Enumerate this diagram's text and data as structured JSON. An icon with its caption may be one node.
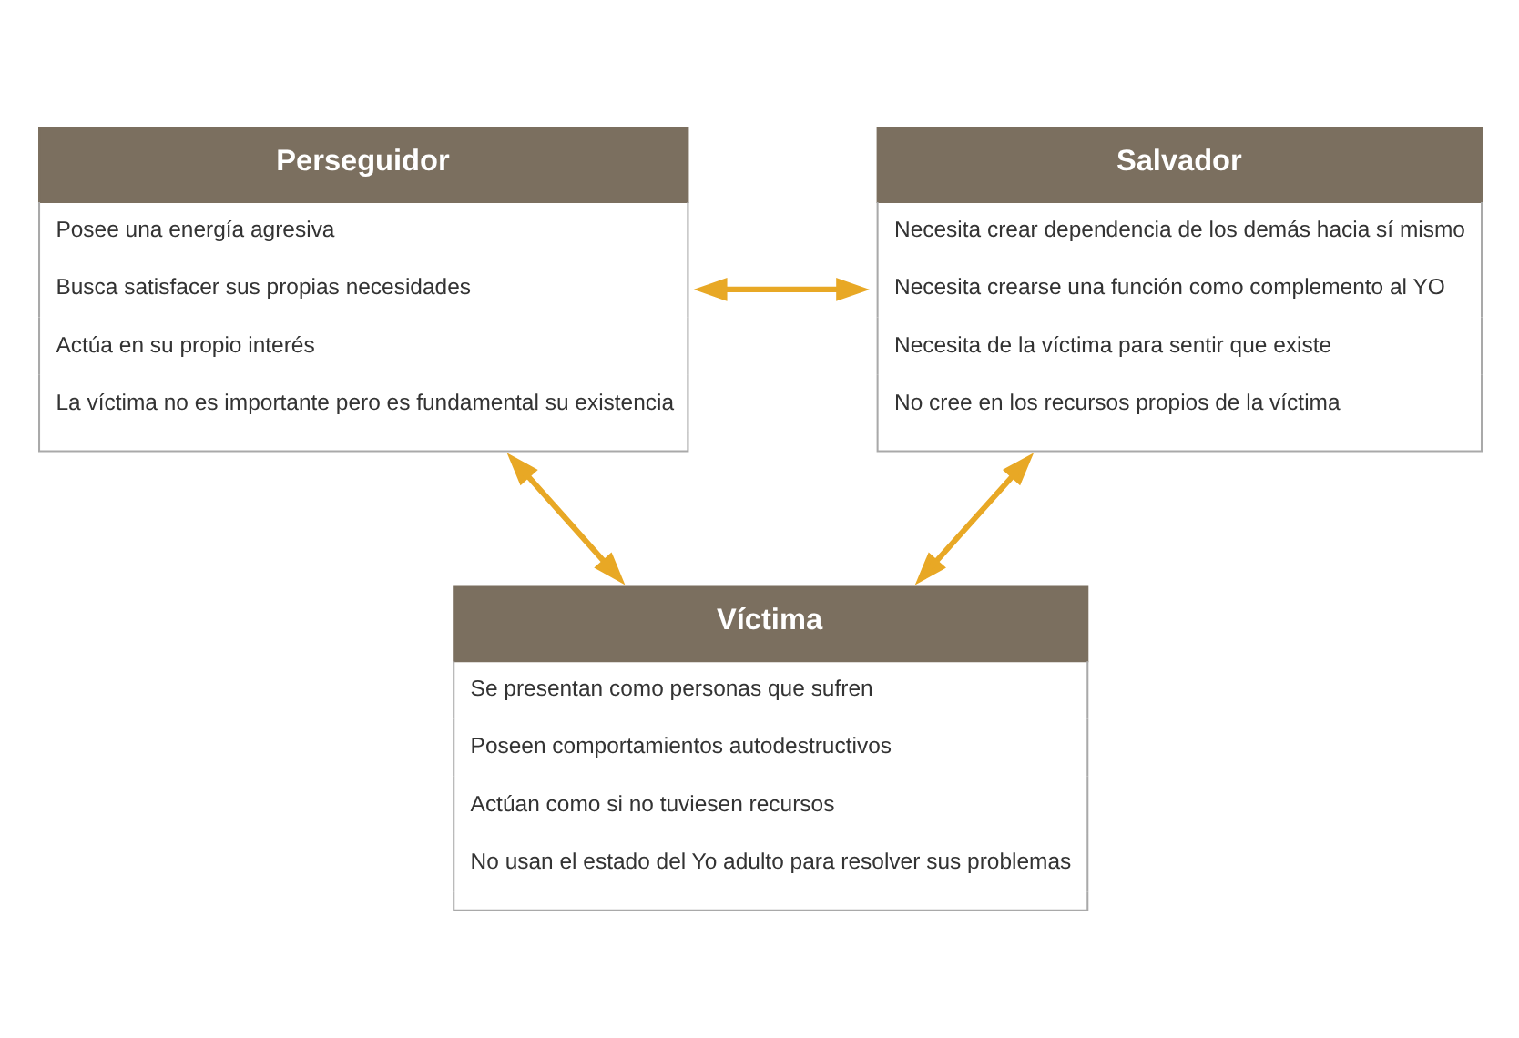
{
  "diagram": {
    "nodes": [
      {
        "text": [
          "Perseguidor",
          "Posee una energía agresiva",
          "Busca satisfacer sus propias necesidades",
          "Actúa en su propio interés",
          "La víctima no es importante pero es fundamental su existencia"
        ]
      },
      {
        "text": [
          "Salvador",
          "Necesita crear dependencia de los demás hacia sí mismo",
          "Necesita crearse una función como complemento al YO",
          "Necesita de la víctima para sentir que existe",
          "No cree en los recursos propios de la víctima"
        ]
      },
      {
        "text": [
          "Víctima",
          "Se presentan como personas que sufren",
          "Poseen comportamientos autodestructivos",
          "Actúan como si no tuviesen recursos",
          "No usan el estado del Yo adulto para resolver sus problemas"
        ]
      }
    ],
    "edges": [
      {
        "from": 0,
        "to": 1,
        "arrow": "both",
        "color": "#e8a825"
      },
      {
        "from": 0,
        "to": 2,
        "arrow": "both",
        "color": "#e8a825"
      },
      {
        "from": 1,
        "to": 2,
        "arrow": "both",
        "color": "#e8a825"
      }
    ]
  }
}
